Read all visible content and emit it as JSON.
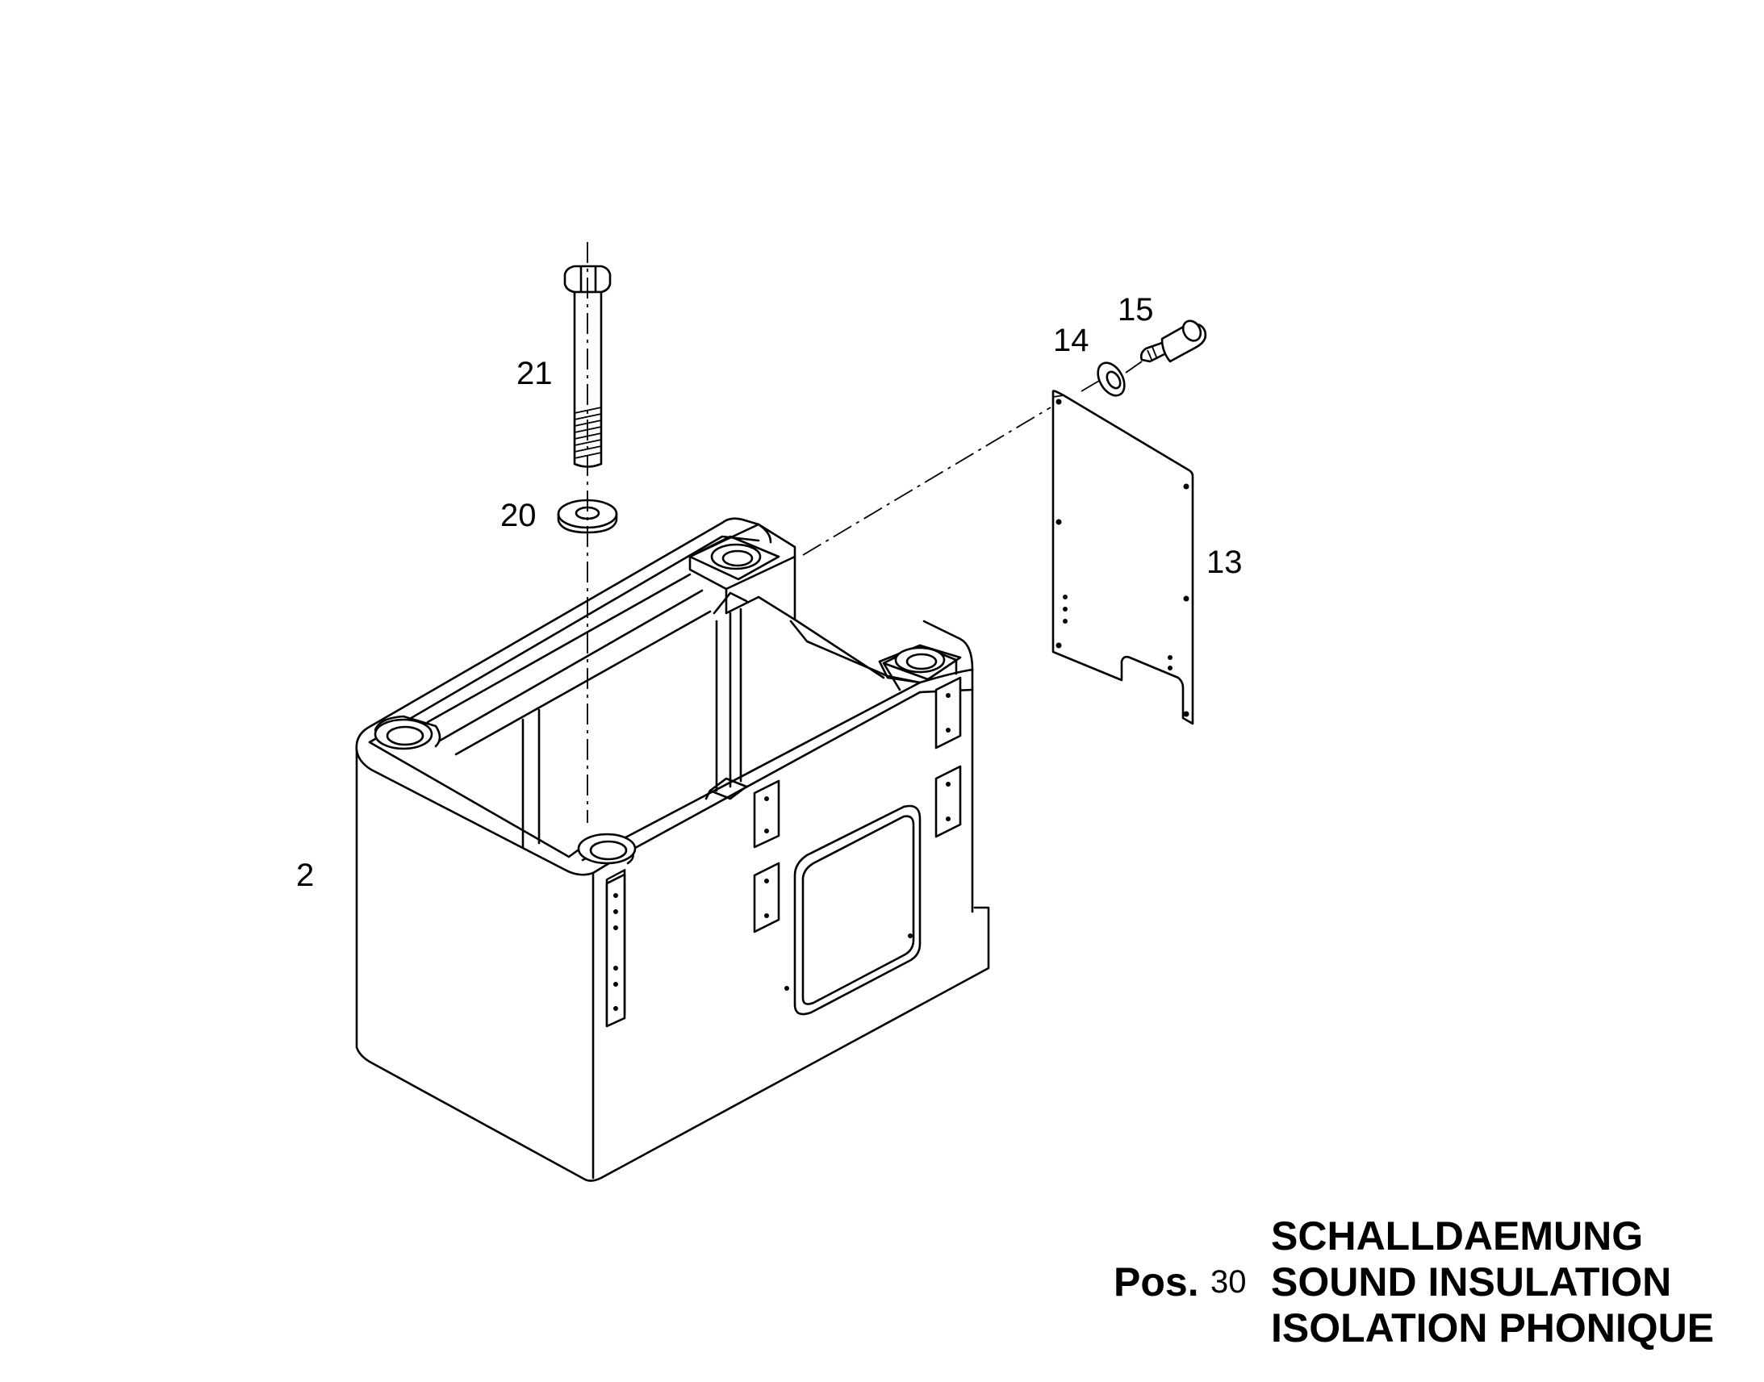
{
  "callouts": [
    {
      "id": "2",
      "label": "2"
    },
    {
      "id": "13",
      "label": "13"
    },
    {
      "id": "14",
      "label": "14"
    },
    {
      "id": "15",
      "label": "15"
    },
    {
      "id": "20",
      "label": "20"
    },
    {
      "id": "21",
      "label": "21"
    }
  ],
  "title_block": {
    "pos_label": "Pos.",
    "pos_number": "30",
    "title_de": "SCHALLDAEMUNG",
    "title_en": "SOUND INSULATION",
    "title_fr": "ISOLATION PHONIQUE"
  }
}
